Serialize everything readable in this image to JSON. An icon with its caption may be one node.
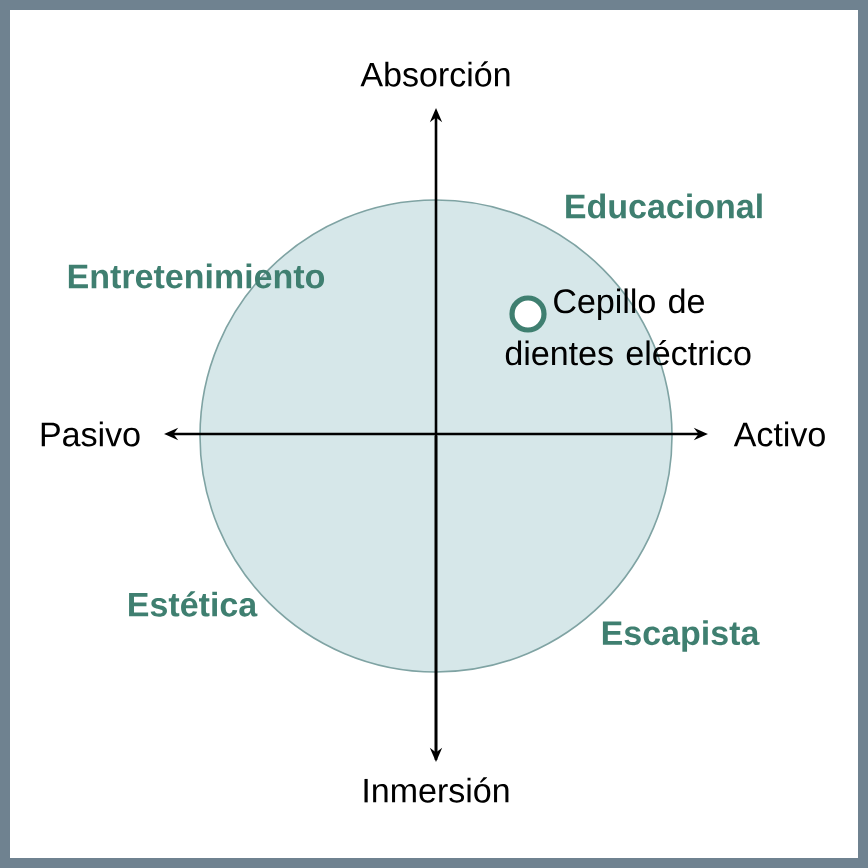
{
  "diagram": {
    "nodes": [
      {
        "text": [],
        "shape": "circle"
      },
      {
        "text": [],
        "shape": "circle",
        "in": 0,
        "beside": [
          "Cepillo de dientes eléctrico"
        ]
      }
    ],
    "labels": [
      "Absorción",
      "Educacional",
      "Entretenimiento",
      "Pasivo",
      "Activo",
      "Estética",
      "Escapista",
      "Inmersión"
    ]
  }
}
